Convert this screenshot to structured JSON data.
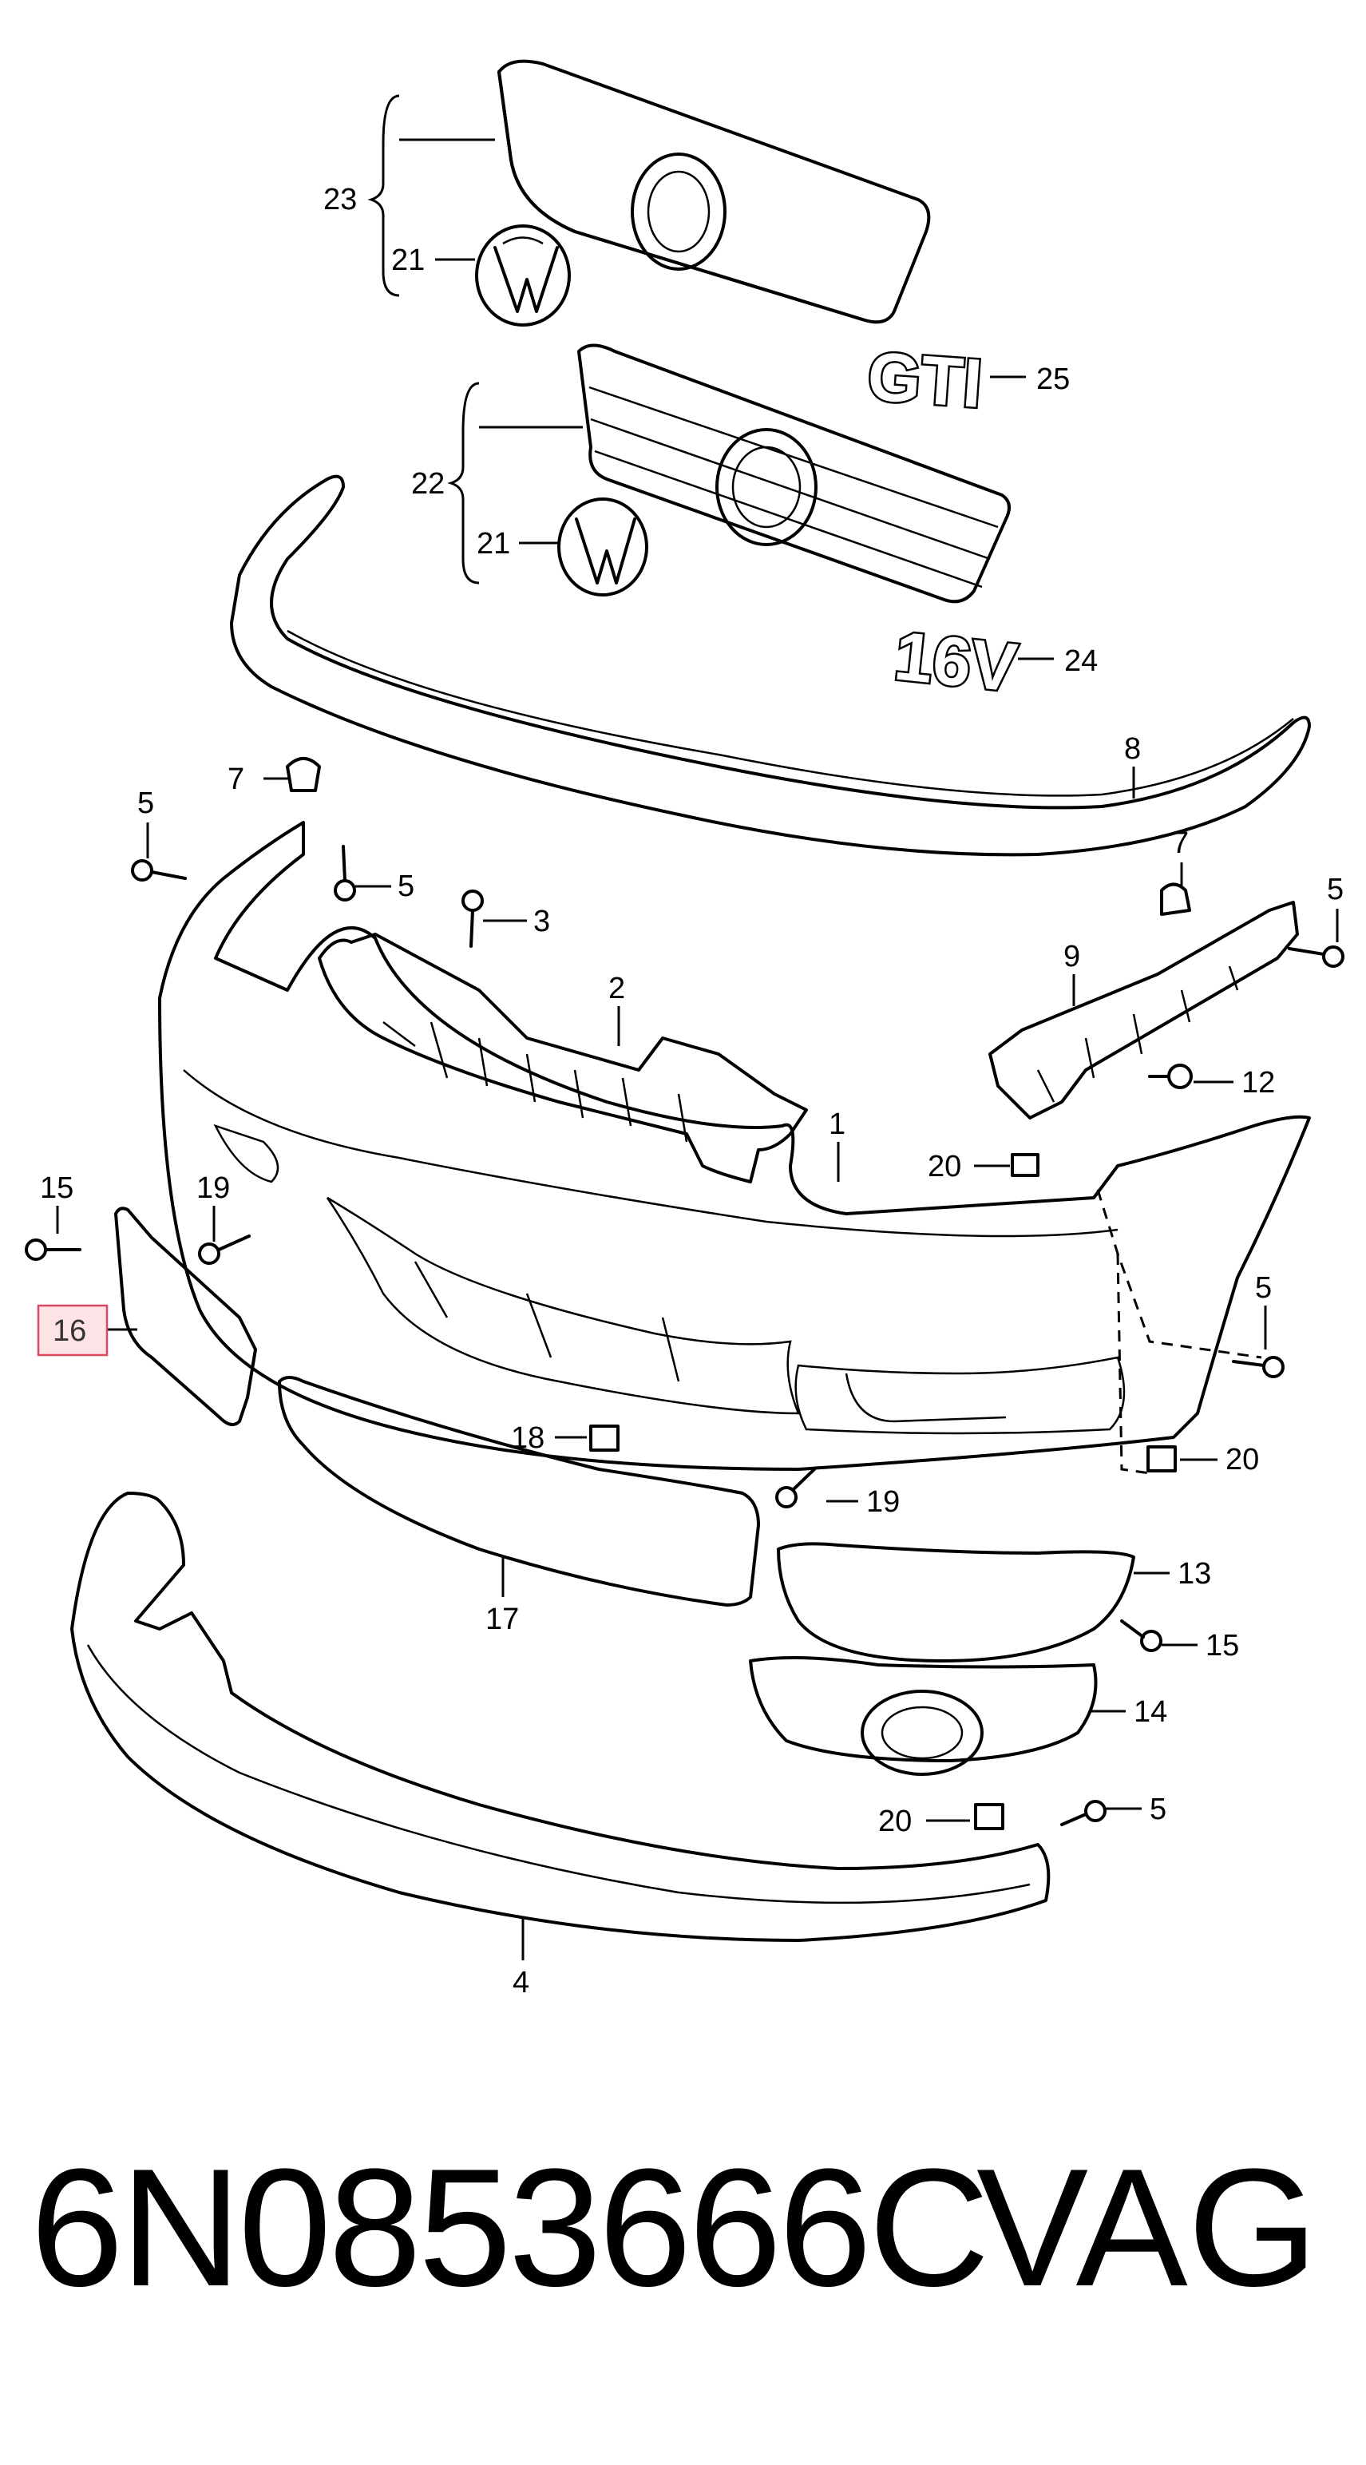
{
  "badges": {
    "gti": "GTI",
    "sixteen_v": "16V"
  },
  "callouts": [
    {
      "id": "c23",
      "text": "23"
    },
    {
      "id": "c21a",
      "text": "21"
    },
    {
      "id": "c25",
      "text": "25"
    },
    {
      "id": "c22",
      "text": "22"
    },
    {
      "id": "c21b",
      "text": "21"
    },
    {
      "id": "c24",
      "text": "24"
    },
    {
      "id": "c8",
      "text": "8"
    },
    {
      "id": "c7a",
      "text": "7"
    },
    {
      "id": "c5a",
      "text": "5"
    },
    {
      "id": "c5b",
      "text": "5"
    },
    {
      "id": "c3",
      "text": "3"
    },
    {
      "id": "c7b",
      "text": "7"
    },
    {
      "id": "c5c",
      "text": "5"
    },
    {
      "id": "c9",
      "text": "9"
    },
    {
      "id": "c2",
      "text": "2"
    },
    {
      "id": "c12",
      "text": "12"
    },
    {
      "id": "c1",
      "text": "1"
    },
    {
      "id": "c20a",
      "text": "20"
    },
    {
      "id": "c15a",
      "text": "15"
    },
    {
      "id": "c19a",
      "text": "19"
    },
    {
      "id": "c5d",
      "text": "5"
    },
    {
      "id": "c18",
      "text": "18"
    },
    {
      "id": "c20b",
      "text": "20"
    },
    {
      "id": "c19b",
      "text": "19"
    },
    {
      "id": "c17",
      "text": "17"
    },
    {
      "id": "c13",
      "text": "13"
    },
    {
      "id": "c15b",
      "text": "15"
    },
    {
      "id": "c14",
      "text": "14"
    },
    {
      "id": "c20c",
      "text": "20"
    },
    {
      "id": "c5e",
      "text": "5"
    },
    {
      "id": "c4",
      "text": "4"
    }
  ],
  "highlighted_callout": {
    "text": "16",
    "highlight_color": "#fde2e6",
    "border_color": "#d9485f"
  },
  "footer": {
    "part_number": "6N0853666C",
    "brand": "VAG"
  }
}
